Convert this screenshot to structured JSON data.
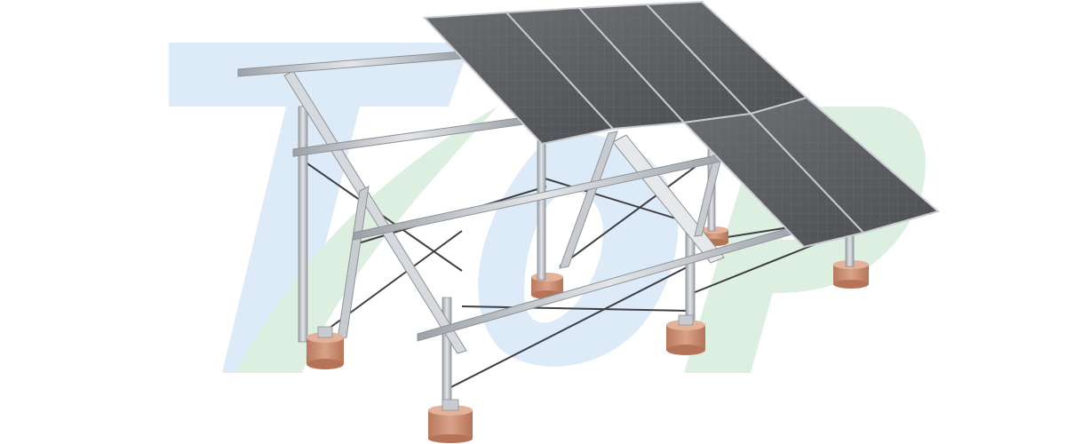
{
  "watermark": {
    "letters": [
      "T",
      "O",
      "P"
    ],
    "colors": {
      "blue": "#dcebf7",
      "green": "#ddefe1"
    }
  },
  "solar_array": {
    "panel_color": "#595b5e",
    "panel_grid_color": "#7a7c80",
    "panel_frame_color": "#c9ccd0",
    "frame_color": "#b7bbc0",
    "frame_shadow_color": "#8e9398",
    "brace_color": "#3f3f43",
    "footing_color": "#c98f74"
  }
}
